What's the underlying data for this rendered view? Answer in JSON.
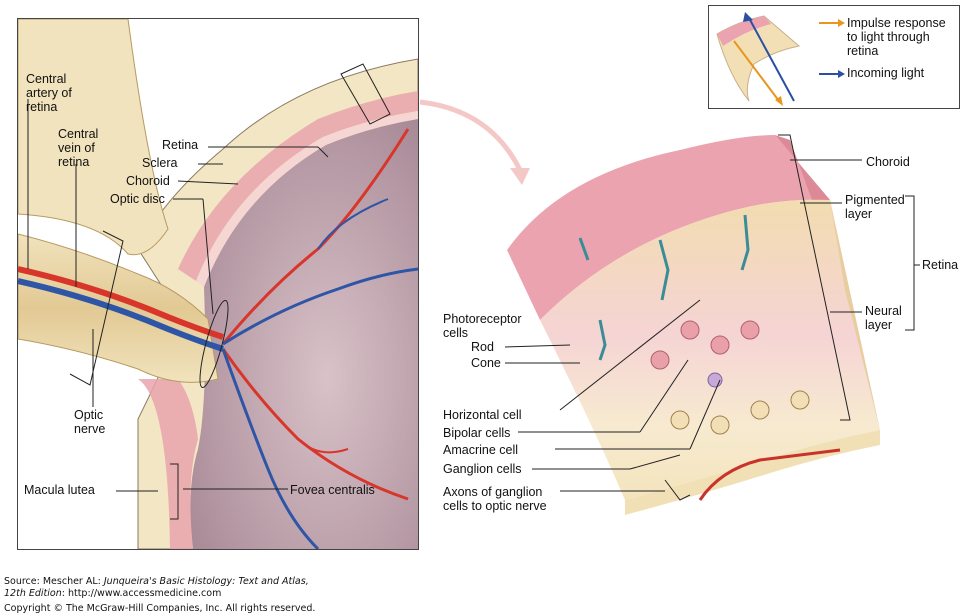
{
  "labels": {
    "central_artery": "Central artery of retina",
    "central_vein": "Central vein of retina",
    "retina_left": "Retina",
    "sclera": "Sclera",
    "choroid_left": "Choroid",
    "optic_disc": "Optic disc",
    "optic_nerve": "Optic nerve",
    "macula_lutea": "Macula lutea",
    "fovea_centralis": "Fovea centralis",
    "choroid_right": "Choroid",
    "pigmented_layer": "Pigmented layer",
    "retina_right": "Retina",
    "neural_layer": "Neural layer",
    "photoreceptor_cells": "Photoreceptor cells",
    "rod": "Rod",
    "cone": "Cone",
    "horizontal_cell": "Horizontal cell",
    "bipolar_cells": "Bipolar cells",
    "amacrine_cell": "Amacrine cell",
    "ganglion_cells": "Ganglion cells",
    "axons": "Axons of ganglion cells to optic nerve"
  },
  "legend": {
    "impulse": "Impulse response to light through retina",
    "incoming": "Incoming light",
    "impulse_color": "#e8961e",
    "incoming_color": "#2a4fa3"
  },
  "source": {
    "line1_prefix": "Source: Mescher AL: ",
    "line1_title": "Junqueira's Basic Histology: Text and Atlas,",
    "line2_edition": "12th Edition",
    "line2_rest": ": http://www.accessmedicine.com",
    "line3": "Copyright © The McGraw-Hill Companies, Inc. All rights reserved."
  },
  "colors": {
    "artery": "#d8362b",
    "vein": "#2e55a6",
    "sclera": "#f3e6c4",
    "choroid": "#e9a3ad",
    "nerve": "#ead6a6",
    "fundus": "#c9aab4"
  }
}
